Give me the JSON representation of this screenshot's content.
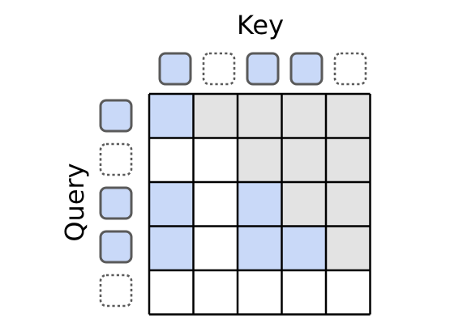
{
  "labels": {
    "key": "Key",
    "query": "Query"
  },
  "key_tokens": [
    {
      "active": true
    },
    {
      "active": false
    },
    {
      "active": true
    },
    {
      "active": true
    },
    {
      "active": false
    }
  ],
  "query_tokens": [
    {
      "active": true
    },
    {
      "active": false
    },
    {
      "active": true
    },
    {
      "active": true
    },
    {
      "active": false
    }
  ],
  "attention_mask": [
    [
      "attend",
      "future",
      "future",
      "future",
      "future"
    ],
    [
      "empty",
      "empty",
      "future",
      "future",
      "future"
    ],
    [
      "attend",
      "empty",
      "attend",
      "future",
      "future"
    ],
    [
      "attend",
      "empty",
      "attend",
      "attend",
      "future"
    ],
    [
      "empty",
      "empty",
      "empty",
      "empty",
      "empty"
    ]
  ],
  "colors": {
    "attend": "#c9d9f8",
    "future": "#e3e3e3",
    "empty": "#ffffff",
    "token_active_fill": "#c9d9f8",
    "token_stroke": "#5a5a5a",
    "grid_line": "#000000"
  }
}
